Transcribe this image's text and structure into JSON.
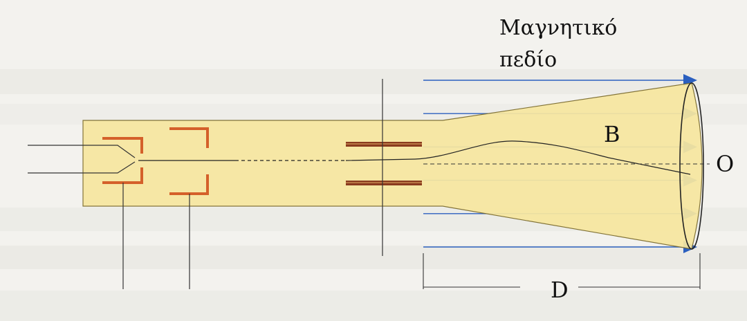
{
  "labels": {
    "field_title": "Μαγνητικό πεδίο",
    "field_symbol": "B",
    "screen_point": "O",
    "distance": "D"
  },
  "colors": {
    "tube_fill": "#f7e7a0",
    "field_arrow": "#2b5fbf",
    "electrode": "#d4602a",
    "plate": "#8a3b1e"
  },
  "field_lines_count": 6
}
